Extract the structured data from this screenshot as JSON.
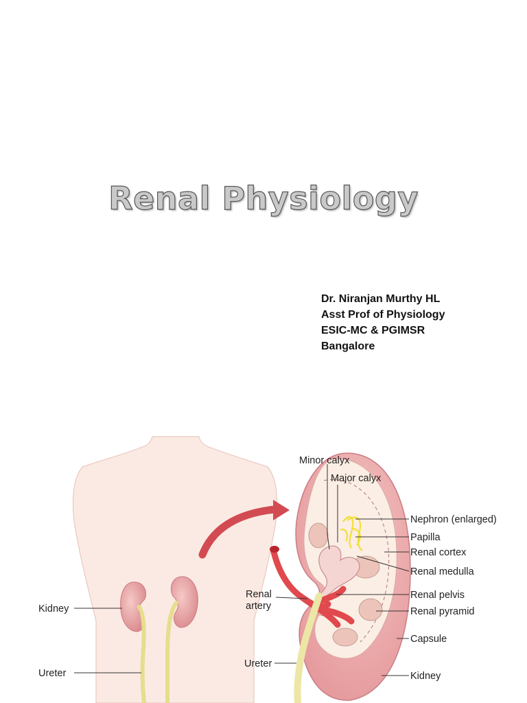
{
  "slide": {
    "title": "Renal Physiology",
    "author_lines": [
      "Dr. Niranjan Murthy HL",
      "Asst Prof of Physiology",
      "ESIC-MC & PGIMSR",
      "Bangalore"
    ]
  },
  "figure": {
    "body_labels": {
      "kidney": "Kidney",
      "ureter": "Ureter"
    },
    "detail_labels": {
      "minor_calyx": "Minor calyx",
      "major_calyx": "Major calyx",
      "nephron": "Nephron (enlarged)",
      "papilla": "Papilla",
      "renal_cortex": "Renal cortex",
      "renal_medulla": "Renal medulla",
      "renal_pelvis": "Renal pelvis",
      "renal_pyramid": "Renal pyramid",
      "capsule": "Capsule",
      "kidney": "Kidney",
      "renal_artery_line1": "Renal",
      "renal_artery_line2": "artery",
      "ureter": "Ureter"
    },
    "colors": {
      "skin": "#fbe9e1",
      "kidney": "#e8a3a4",
      "kidney_dark": "#d57f84",
      "ureter": "#ece7a6",
      "artery": "#e0494d",
      "arrow": "#d24b52"
    }
  }
}
